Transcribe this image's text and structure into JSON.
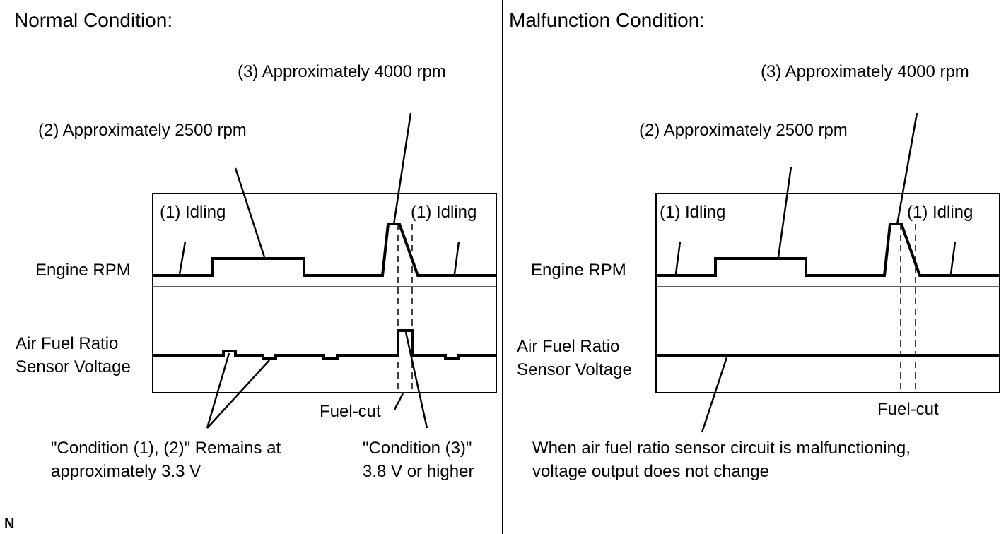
{
  "normal": {
    "title": "Normal Condition:",
    "label_4000": "(3) Approximately 4000 rpm",
    "label_2500": "(2) Approximately 2500 rpm",
    "idling_left": "(1) Idling",
    "idling_right": "(1) Idling",
    "engine_rpm": "Engine RPM",
    "afr_line1": "Air Fuel Ratio",
    "afr_line2": "Sensor Voltage",
    "fuel_cut": "Fuel-cut",
    "cond12_line1": "\"Condition (1), (2)\" Remains at",
    "cond12_line2": "approximately 3.3 V",
    "cond3_line1": "\"Condition (3)\"",
    "cond3_line2": "3.8 V or higher"
  },
  "malfunction": {
    "title": "Malfunction Condition:",
    "label_4000": "(3) Approximately 4000 rpm",
    "label_2500": "(2) Approximately 2500 rpm",
    "idling_left": "(1) Idling",
    "idling_right": "(1) Idling",
    "engine_rpm": "Engine RPM",
    "afr_line1": "Air Fuel Ratio",
    "afr_line2": "Sensor Voltage",
    "fuel_cut": "Fuel-cut",
    "note_line1": "When air fuel ratio sensor circuit is malfunctioning,",
    "note_line2": "voltage output does not change"
  },
  "figure_code": "N"
}
